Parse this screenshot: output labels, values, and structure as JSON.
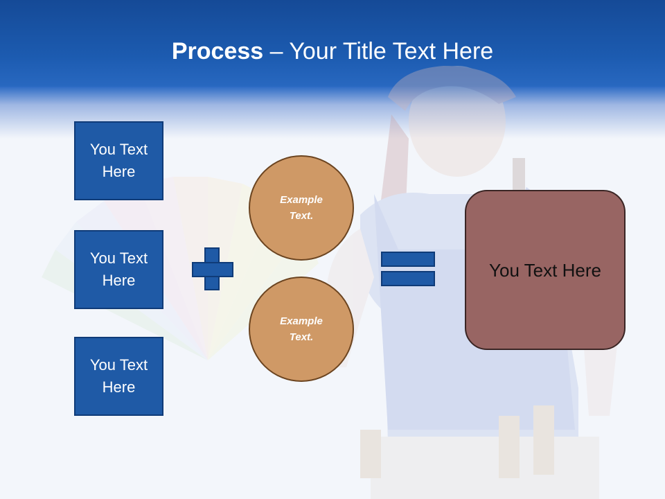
{
  "slide": {
    "title_bold": "Process",
    "title_rest": " – Your Title Text Here",
    "left_boxes": [
      {
        "label": "You Text Here"
      },
      {
        "label": "You Text Here"
      },
      {
        "label": "You Text Here"
      }
    ],
    "circles": [
      {
        "label": "Example Text."
      },
      {
        "label": "Example Text."
      }
    ],
    "result_label": "You Text Here",
    "icons": {
      "plus": "plus-icon",
      "equals": "equals-icon"
    },
    "colors": {
      "header": "#1c5bb0",
      "box_fill": "#1f5aa6",
      "circle_fill": "#cf9966",
      "result_fill": "#986563"
    }
  }
}
